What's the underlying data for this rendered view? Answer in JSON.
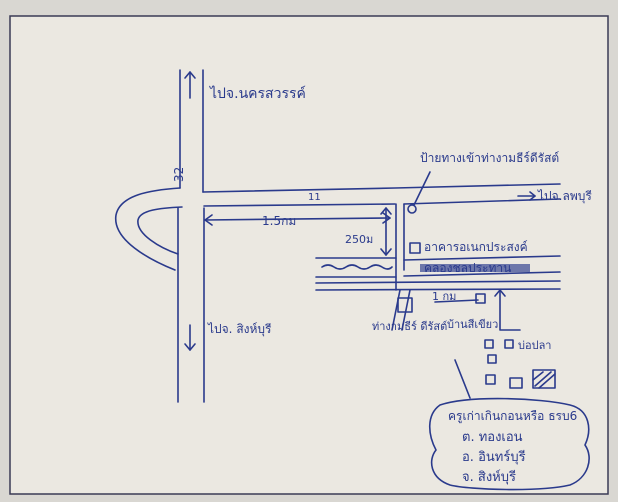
{
  "labels": {
    "to_nakhon_sawan": "ไปจ.นครสวรรค์",
    "route_number": "32",
    "to_sing_buri": "ไปจ. สิงห์บุรี",
    "to_lop_buri": "ไปจ.ลพบุรี",
    "dist_1_5km": "1.5กม",
    "dist_250m": "250ม",
    "dist_1km": "1 กม",
    "temple_entrance_sign": "ป้ายทางเข้าท่างามธีร์ดีรัสต์",
    "building_label": "อาคารอเนกประสงค์",
    "canal_label": "คลองชลประทาน",
    "house_label": "บ้านสีเขียว",
    "temple_label": "ท่างามธีร์ ดีรัสต์",
    "pond_label": "บ่อปลา",
    "road_mark": "11"
  },
  "address": {
    "line1": "ครูเก่าเกินกอนหรือ ธรบ6",
    "line2": "ต. ทองเอน",
    "line3": "อ. อินทร์บุรี",
    "line4": "จ. สิงห์บุรี"
  },
  "colors": {
    "ink": "#2a3a8c",
    "paper": "#ebe8e1",
    "background": "#d9d7d2"
  }
}
